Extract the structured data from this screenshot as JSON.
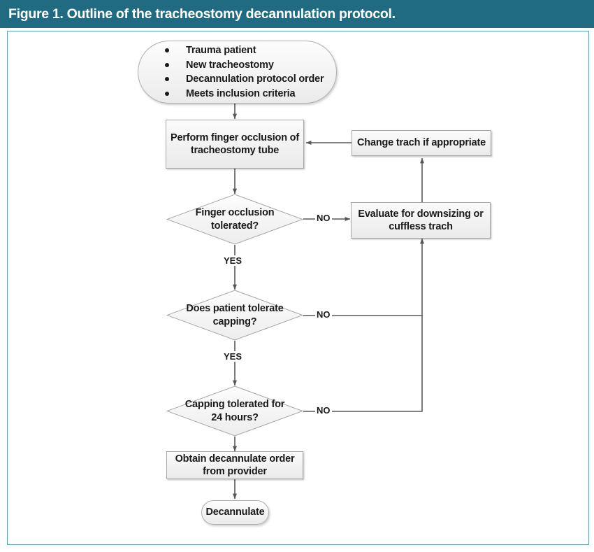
{
  "header": {
    "title": "Figure 1. Outline of the tracheostomy decannulation protocol.",
    "bar_color": "#216B82",
    "text_color": "#FFFFFF"
  },
  "frame": {
    "border_color": "#5FA3B8",
    "background": "#FFFFFF"
  },
  "style": {
    "node_fill": "#F2F2F2",
    "node_border": "#A6A6A6",
    "connector_color": "#595959",
    "text_color": "#1A1A1A"
  },
  "chart_data": {
    "type": "diagram",
    "title": "Figure 1. Outline of the tracheostomy decannulation protocol.",
    "diagram_kind": "flowchart",
    "orientation": "top-to-bottom with right-side feedback loop",
    "nodes": [
      {
        "id": "start",
        "shape": "rounded-terminator",
        "items": [
          "Trauma patient",
          "New tracheostomy",
          "Decannulation protocol order",
          "Meets inclusion criteria"
        ]
      },
      {
        "id": "finger_occlusion",
        "shape": "rectangle",
        "label": "Perform finger occlusion of tracheostomy tube"
      },
      {
        "id": "change_trach",
        "shape": "rectangle",
        "label": "Change trach if appropriate"
      },
      {
        "id": "evaluate_downsizing",
        "shape": "rectangle",
        "label": "Evaluate for downsizing or cuffless trach"
      },
      {
        "id": "decision_occlusion",
        "shape": "diamond",
        "label": "Finger occlusion tolerated?"
      },
      {
        "id": "decision_capping",
        "shape": "diamond",
        "label": "Does patient tolerate capping?"
      },
      {
        "id": "decision_24h",
        "shape": "diamond",
        "label": "Capping tolerated for 24 hours?"
      },
      {
        "id": "obtain_order",
        "shape": "rectangle",
        "label": "Obtain decannulate order from provider"
      },
      {
        "id": "decannulate",
        "shape": "rounded-terminator",
        "label": "Decannulate"
      }
    ],
    "edges": [
      {
        "from": "start",
        "to": "finger_occlusion",
        "label": ""
      },
      {
        "from": "finger_occlusion",
        "to": "decision_occlusion",
        "label": ""
      },
      {
        "from": "decision_occlusion",
        "to": "evaluate_downsizing",
        "label": "NO"
      },
      {
        "from": "decision_occlusion",
        "to": "decision_capping",
        "label": "YES"
      },
      {
        "from": "evaluate_downsizing",
        "to": "change_trach",
        "label": ""
      },
      {
        "from": "change_trach",
        "to": "finger_occlusion",
        "label": ""
      },
      {
        "from": "decision_capping",
        "to": "evaluate_downsizing",
        "label": "NO"
      },
      {
        "from": "decision_capping",
        "to": "decision_24h",
        "label": "YES"
      },
      {
        "from": "decision_24h",
        "to": "evaluate_downsizing",
        "label": "NO"
      },
      {
        "from": "decision_24h",
        "to": "obtain_order",
        "label": ""
      },
      {
        "from": "obtain_order",
        "to": "decannulate",
        "label": ""
      }
    ]
  },
  "nodes": {
    "start": {
      "bullets": [
        "Trauma patient",
        "New tracheostomy",
        "Decannulation protocol order",
        "Meets inclusion criteria"
      ]
    },
    "finger_occlusion": {
      "line1": "Perform finger occlusion of",
      "line2": "tracheostomy tube"
    },
    "change_trach": {
      "line1": "Change trach if appropriate"
    },
    "evaluate_downsizing": {
      "line1": "Evaluate for downsizing or",
      "line2": "cuffless trach"
    },
    "decision_occlusion": {
      "line1": "Finger occlusion",
      "line2": "tolerated?"
    },
    "decision_capping": {
      "line1": "Does patient tolerate",
      "line2": "capping?"
    },
    "decision_24h": {
      "line1": "Capping tolerated for",
      "line2": "24 hours?"
    },
    "obtain_order": {
      "line1": "Obtain decannulate order",
      "line2": "from provider"
    },
    "decannulate": {
      "line1": "Decannulate"
    }
  },
  "edge_labels": {
    "no_1": "NO",
    "no_2": "NO",
    "no_3": "NO",
    "yes_1": "YES",
    "yes_2": "YES"
  }
}
